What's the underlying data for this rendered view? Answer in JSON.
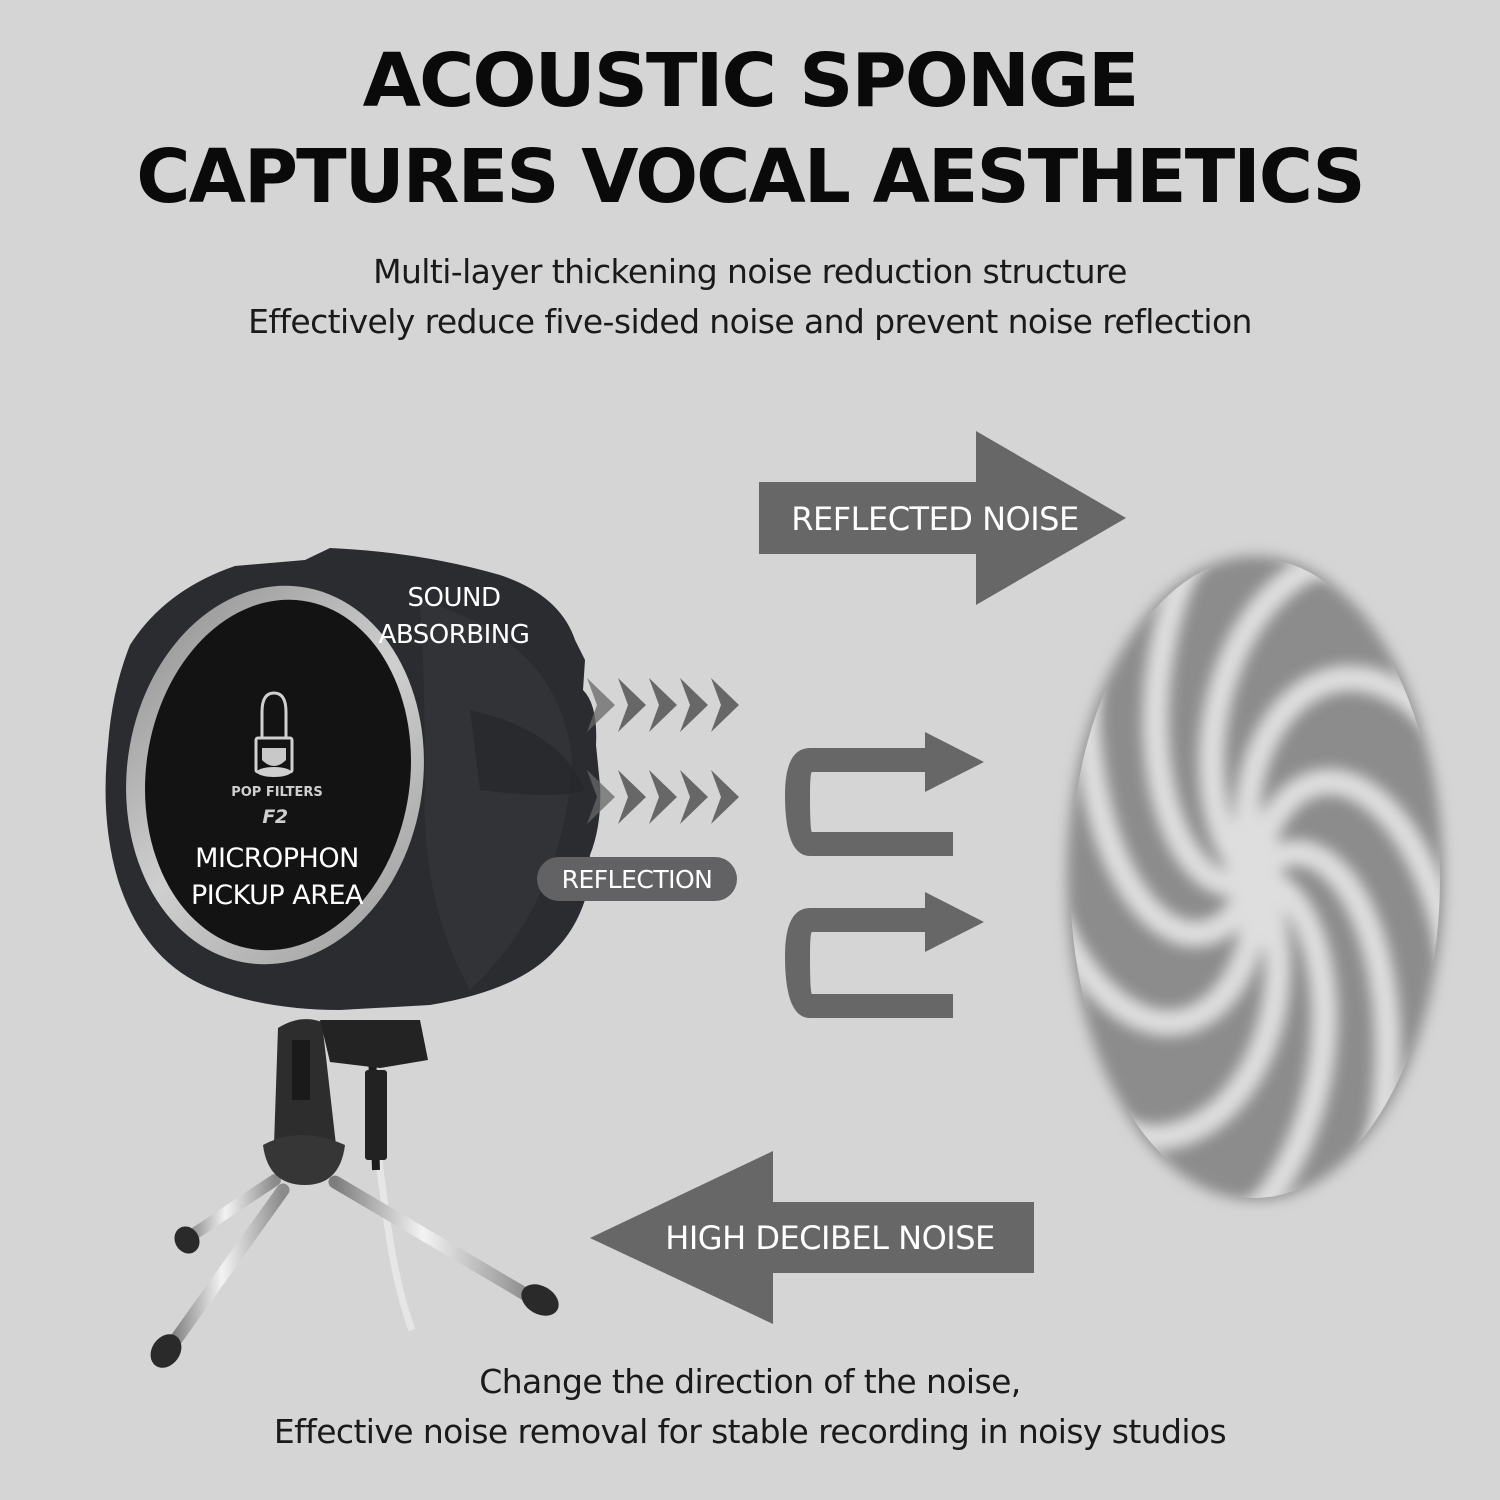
{
  "header": {
    "title_line_1": "ACOUSTIC SPONGE",
    "title_line_2": "CAPTURES VOCAL AESTHETICS",
    "subtitle_line_1": "Multi-layer thickening noise reduction structure",
    "subtitle_line_2": "Effectively reduce five-sided noise and prevent noise reflection"
  },
  "product": {
    "brand_line": "POP FILTERS",
    "model": "F2",
    "pickup_label_line_1": "MICROPHON",
    "pickup_label_line_2": "PICKUP AREA",
    "foam_label_line_1": "SOUND",
    "foam_label_line_2": "ABSORBING",
    "reflection_badge": "REFLECTION"
  },
  "arrows": {
    "reflected_noise": "REFLECTED NOISE",
    "high_decibel_noise": "HIGH DECIBEL NOISE"
  },
  "footer": {
    "line_1": "Change the direction of the noise,",
    "line_2": "Effective noise removal for stable recording in noisy studios"
  },
  "colors": {
    "background": "#d5d5d5",
    "headline": "#0a0a0a",
    "arrow_fill": "#676767",
    "foam": "#2a2c30",
    "mic_face": "#131313",
    "ring": "#a8a8a8"
  }
}
